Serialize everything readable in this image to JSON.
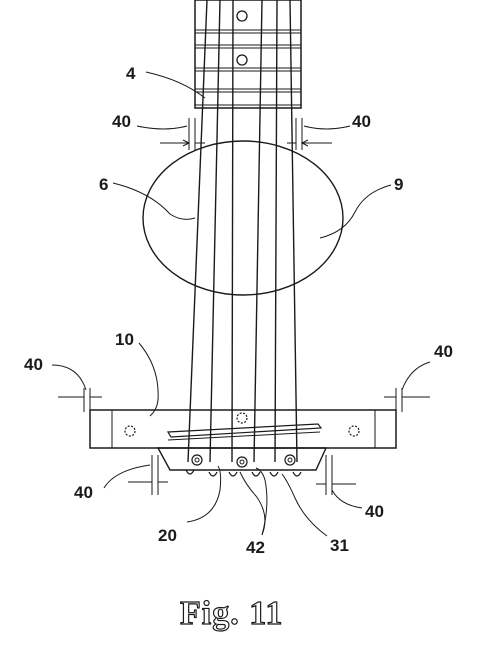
{
  "figure": {
    "caption": "Fig. 11",
    "labels": {
      "l4": "4",
      "l6": "6",
      "l9": "9",
      "l10": "10",
      "l20": "20",
      "l31": "31",
      "l42": "42",
      "l40_top_left": "40",
      "l40_top_right": "40",
      "l40_mid_left": "40",
      "l40_mid_right": "40",
      "l40_bottom_left": "40",
      "l40_bottom_right": "40"
    },
    "string_count": 6
  }
}
